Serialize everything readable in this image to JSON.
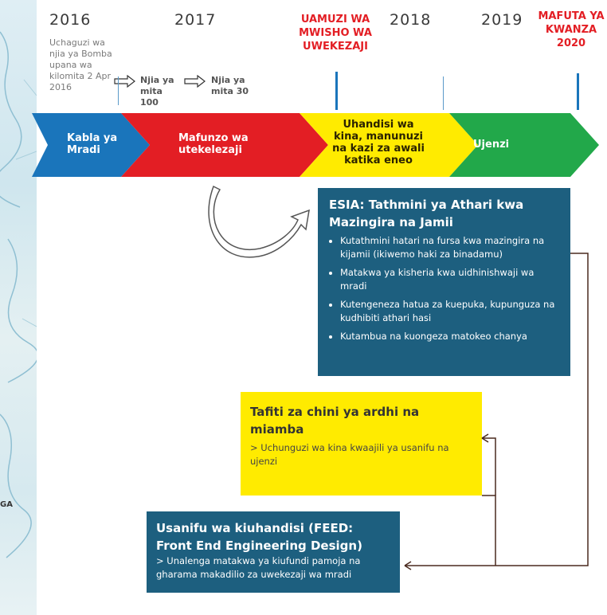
{
  "map": {
    "label": "GA"
  },
  "years": [
    "2016",
    "2017",
    "2018",
    "2019"
  ],
  "milestones": {
    "fid": "UAMUZI WA MWISHO WA UWEKEZAJI",
    "first_oil": "MAFUTA YA KWANZA 2020"
  },
  "route_note": "Uchaguzi wa njia ya Bomba upana wa kilomita 2 Apr 2016",
  "narrowing": [
    {
      "label": "Njia ya mita",
      "value": "100"
    },
    {
      "label": "Njia ya mita",
      "value": "30"
    }
  ],
  "phases": [
    {
      "label": "Kabla ya Mradi",
      "color": "#1a75bb"
    },
    {
      "label": "Mafunzo wa utekelezaji",
      "color": "#e31e24"
    },
    {
      "label": "Uhandisi wa kina, manunuzi na kazi za awali katika eneo",
      "color": "#ffeb00"
    },
    {
      "label": "Ujenzi",
      "color": "#22a84a"
    }
  ],
  "esia": {
    "title": "ESIA: Tathmini ya Athari kwa Mazingira na Jamii",
    "bullets": [
      "Kutathmini hatari na fursa kwa mazingira na kijamii (ikiwemo haki za binadamu)",
      "Matakwa ya kisheria kwa uidhinishwaji wa mradi",
      "Kutengeneza hatua za kuepuka, kupunguza na kudhibiti athari hasi",
      "Kutambua na kuongeza matokeo chanya"
    ]
  },
  "geo": {
    "title": "Tafiti za chini ya ardhi na miamba",
    "text": "> Uchunguzi wa kina kwaajili ya usanifu na ujenzi"
  },
  "feed": {
    "title": "Usanifu wa kiuhandisi (FEED: Front End Engineering Design)",
    "text": "> Unalenga matakwa ya kiufundi pamoja na gharama makadilio za uwekezaji wa mradi"
  }
}
